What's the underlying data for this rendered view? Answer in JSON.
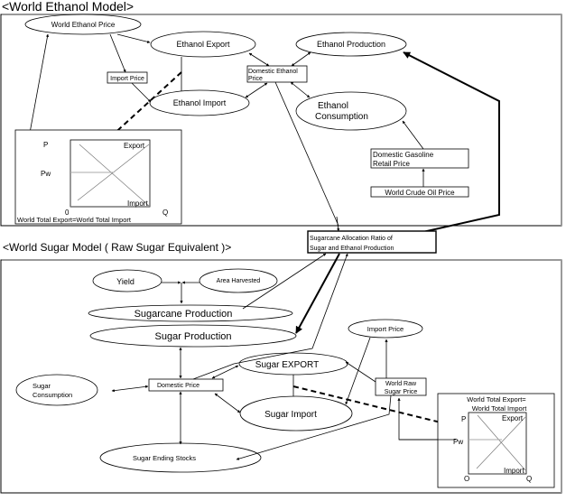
{
  "ethanol_model": {
    "title": "<World Ethanol Model>",
    "nodes": {
      "world_ethanol_price": "World Ethanol Price",
      "ethanol_export": "Ethanol Export",
      "ethanol_import": "Ethanol Import",
      "import_price": "Import Price",
      "domestic_ethanol_price_1": "Domestic Ethanol",
      "domestic_ethanol_price_2": "Price",
      "ethanol_production": "Ethanol Production",
      "ethanol_consumption_1": "Ethanol",
      "ethanol_consumption_2": "Consumption",
      "domestic_gasoline_1": "Domestic Gasoline",
      "domestic_gasoline_2": "Retail Price",
      "world_crude_oil_price": "World Crude Oil Price"
    },
    "market_chart": {
      "p_label": "P",
      "pw_label": "Pw",
      "export_label": "Export",
      "import_label": "Import",
      "origin_label": "0",
      "q_label": "Q",
      "caption": "World Total Export=World Total Import"
    }
  },
  "allocation": {
    "line1": "Sugarcane Allocation Ratio of",
    "line2": "Sugar and Ethanol Production"
  },
  "sugar_model": {
    "title": "<World Sugar Model ( Raw Sugar Equivalent )>",
    "nodes": {
      "yield": "Yield",
      "area_harvested": "Area Harvested",
      "sugarcane_production": "Sugarcane Production",
      "sugar_production": "Sugar Production",
      "domestic_price": "Domestic Price",
      "sugar_consumption_1": "Sugar",
      "sugar_consumption_2": "Consumption",
      "sugar_export": "Sugar EXPORT",
      "sugar_import": "Sugar Import",
      "sugar_ending_stocks": "Sugar Ending Stocks",
      "import_price": "Import Price",
      "world_raw_sugar_price_1": "World Raw",
      "world_raw_sugar_price_2": "Sugar Price"
    },
    "market_chart": {
      "caption_1": "World Total Export=",
      "caption_2": "World Total Import",
      "p_label": "P",
      "pw_label": "Pw",
      "export_label": "Export",
      "import_label": "Import",
      "origin_label": "O",
      "q_label": "Q"
    }
  }
}
